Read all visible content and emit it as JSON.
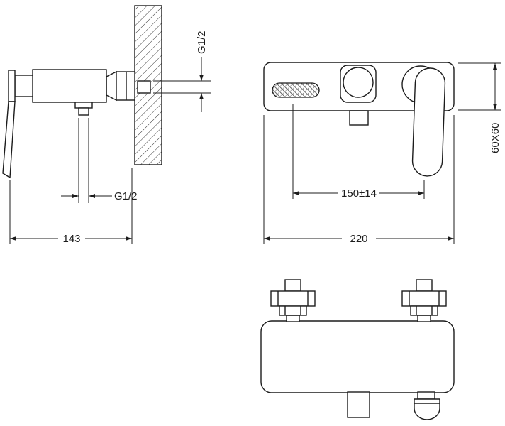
{
  "colors": {
    "line": "#1c1c1c",
    "background": "#ffffff"
  },
  "views": {
    "side_view": {
      "dims": {
        "thread_top": "G1/2",
        "thread_bottom": "G1/2",
        "depth": "143"
      }
    },
    "front_view": {
      "dims": {
        "inlet_centers": "150±14",
        "width": "220",
        "section": "60X60"
      }
    }
  }
}
